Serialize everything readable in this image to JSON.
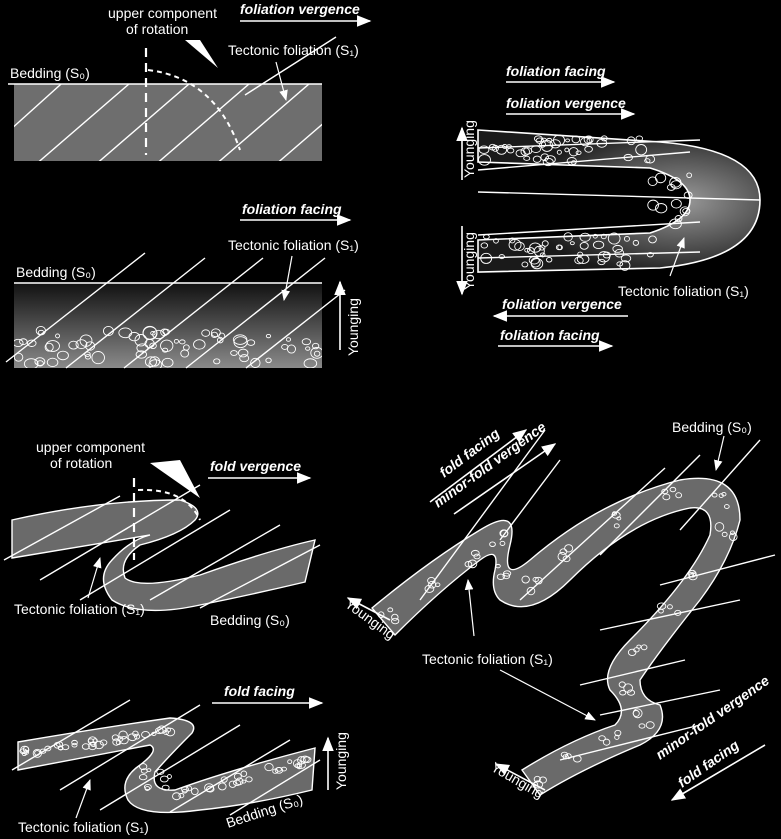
{
  "panels": {
    "p1": {
      "rotation_label_1": "upper component",
      "rotation_label_2": "of rotation",
      "vergence": "foliation vergence",
      "foliation": "Tectonic foliation (S₁)",
      "bedding": "Bedding (S₀)"
    },
    "p2": {
      "facing": "foliation facing",
      "foliation": "Tectonic foliation (S₁)",
      "bedding": "Bedding (S₀)",
      "younging": "Younging"
    },
    "p3": {
      "facing_top": "foliation facing",
      "vergence_top": "foliation vergence",
      "younging_top": "Younging",
      "younging_bottom": "Younging",
      "foliation": "Tectonic foliation (S₁)",
      "vergence_bottom": "foliation vergence",
      "facing_bottom": "foliation facing"
    },
    "p4": {
      "rotation_label_1": "upper component",
      "rotation_label_2": "of rotation",
      "vergence": "fold vergence",
      "foliation": "Tectonic foliation (S₁)",
      "bedding": "Bedding (S₀)"
    },
    "p5": {
      "facing": "fold facing",
      "foliation": "Tectonic foliation (S₁)",
      "bedding": "Bedding (S₀)",
      "younging": "Younging"
    },
    "p6": {
      "fold_facing_top": "fold facing",
      "minor_vergence_top": "minor-fold vergence",
      "bedding": "Bedding (S₀)",
      "younging_left": "Younging",
      "foliation": "Tectonic foliation (S₁)",
      "minor_vergence_bottom": "minor-fold vergence",
      "fold_facing_bottom": "fold facing",
      "younging_bottom": "Younging"
    }
  }
}
